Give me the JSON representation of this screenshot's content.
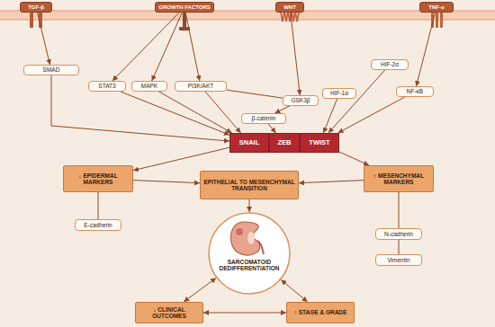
{
  "diagram": {
    "nodes": [
      {
        "text": [
          "TGF-β"
        ]
      },
      {
        "text": [
          "GROWTH FACTORS"
        ]
      },
      {
        "text": [
          "WNT"
        ]
      },
      {
        "text": [
          "TNF-α"
        ]
      },
      {
        "text": [
          "HIF-2α"
        ]
      },
      {
        "text": [
          "SMAD"
        ]
      },
      {
        "text": [
          "STAT3"
        ]
      },
      {
        "text": [
          "MAPK"
        ]
      },
      {
        "text": [
          "PI3K/AKT"
        ]
      },
      {
        "text": [
          "GSK3β"
        ]
      },
      {
        "text": [
          "HIF-1α"
        ]
      },
      {
        "text": [
          "NF-κB"
        ]
      },
      {
        "text": [
          "β-catenin"
        ]
      },
      {
        "text": [
          "SNAIL"
        ]
      },
      {
        "text": [
          "ZEB"
        ]
      },
      {
        "text": [
          "TWIST"
        ]
      },
      {
        "text": [
          "↓ EPIDERMAL MARKERS"
        ]
      },
      {
        "text": [
          "EPITHELIAL TO MESENCHYMAL TRANSITION"
        ]
      },
      {
        "text": [
          "↑ MESENCHYMAL MARKERS"
        ]
      },
      {
        "text": [
          "E-cadherin"
        ]
      },
      {
        "text": [
          "N-cadherin"
        ]
      },
      {
        "text": [
          "Vimentin"
        ]
      },
      {
        "text": [
          "SARCOMATOID DEDIFFERENTIATION"
        ]
      },
      {
        "text": [
          "↓ CLINICAL OUTCOMES"
        ]
      },
      {
        "text": [
          "↑ STAGE & GRADE"
        ]
      }
    ],
    "edges": [
      {
        "from": 0,
        "to": 5,
        "arrow": "to"
      },
      {
        "from": 1,
        "to": 6,
        "arrow": "to"
      },
      {
        "from": 1,
        "to": 7,
        "arrow": "to"
      },
      {
        "from": 1,
        "to": 8,
        "arrow": "to"
      },
      {
        "from": 2,
        "to": 9,
        "arrow": "to"
      },
      {
        "from": 8,
        "to": 9,
        "arrow": "none"
      },
      {
        "from": 9,
        "to": 12,
        "arrow": "to"
      },
      {
        "from": 3,
        "to": 11,
        "arrow": "to"
      },
      {
        "from": 5,
        "to": 13,
        "arrow": "to"
      },
      {
        "from": 6,
        "to": 13,
        "arrow": "to"
      },
      {
        "from": 7,
        "to": 13,
        "arrow": "to"
      },
      {
        "from": 8,
        "to": 13,
        "arrow": "to"
      },
      {
        "from": 12,
        "to": 14,
        "arrow": "to"
      },
      {
        "from": 10,
        "to": 15,
        "arrow": "to"
      },
      {
        "from": 4,
        "to": 15,
        "arrow": "to"
      },
      {
        "from": 11,
        "to": 15,
        "arrow": "to"
      },
      {
        "from": 13,
        "to": 16,
        "arrow": "to"
      },
      {
        "from": 15,
        "to": 18,
        "arrow": "to"
      },
      {
        "from": 16,
        "to": 19,
        "arrow": "none"
      },
      {
        "from": 16,
        "to": 17,
        "arrow": "to"
      },
      {
        "from": 18,
        "to": 17,
        "arrow": "to"
      },
      {
        "from": 18,
        "to": 20,
        "arrow": "none"
      },
      {
        "from": 20,
        "to": 21,
        "arrow": "none"
      },
      {
        "from": 17,
        "to": 22,
        "arrow": "to"
      },
      {
        "from": 22,
        "to": 23,
        "arrow": "both"
      },
      {
        "from": 22,
        "to": 24,
        "arrow": "both"
      },
      {
        "from": 23,
        "to": 24,
        "arrow": "both"
      }
    ]
  }
}
